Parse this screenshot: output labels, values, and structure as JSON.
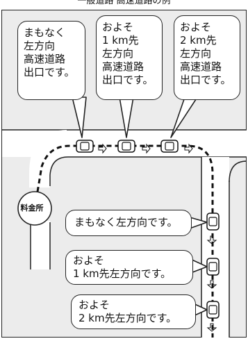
{
  "caption": "一般道路 高速道路の例",
  "toll_gate": "料金所",
  "top_bubbles": [
    {
      "lines": [
        "まもなく",
        "左方向",
        "高速道路",
        "出口です。"
      ]
    },
    {
      "lines": [
        "およそ",
        "1 km先",
        "左方向",
        "高速道路",
        "出口です。"
      ]
    },
    {
      "lines": [
        "およそ",
        "2 km先",
        "左方向",
        "高速道路",
        "出口です。"
      ]
    }
  ],
  "side_bubbles": [
    {
      "lines": [
        "まもなく左方向です。"
      ]
    },
    {
      "lines": [
        "およそ",
        "1 km先左方向です。"
      ]
    },
    {
      "lines": [
        "およそ",
        "2 km先左方向です。"
      ]
    }
  ]
}
